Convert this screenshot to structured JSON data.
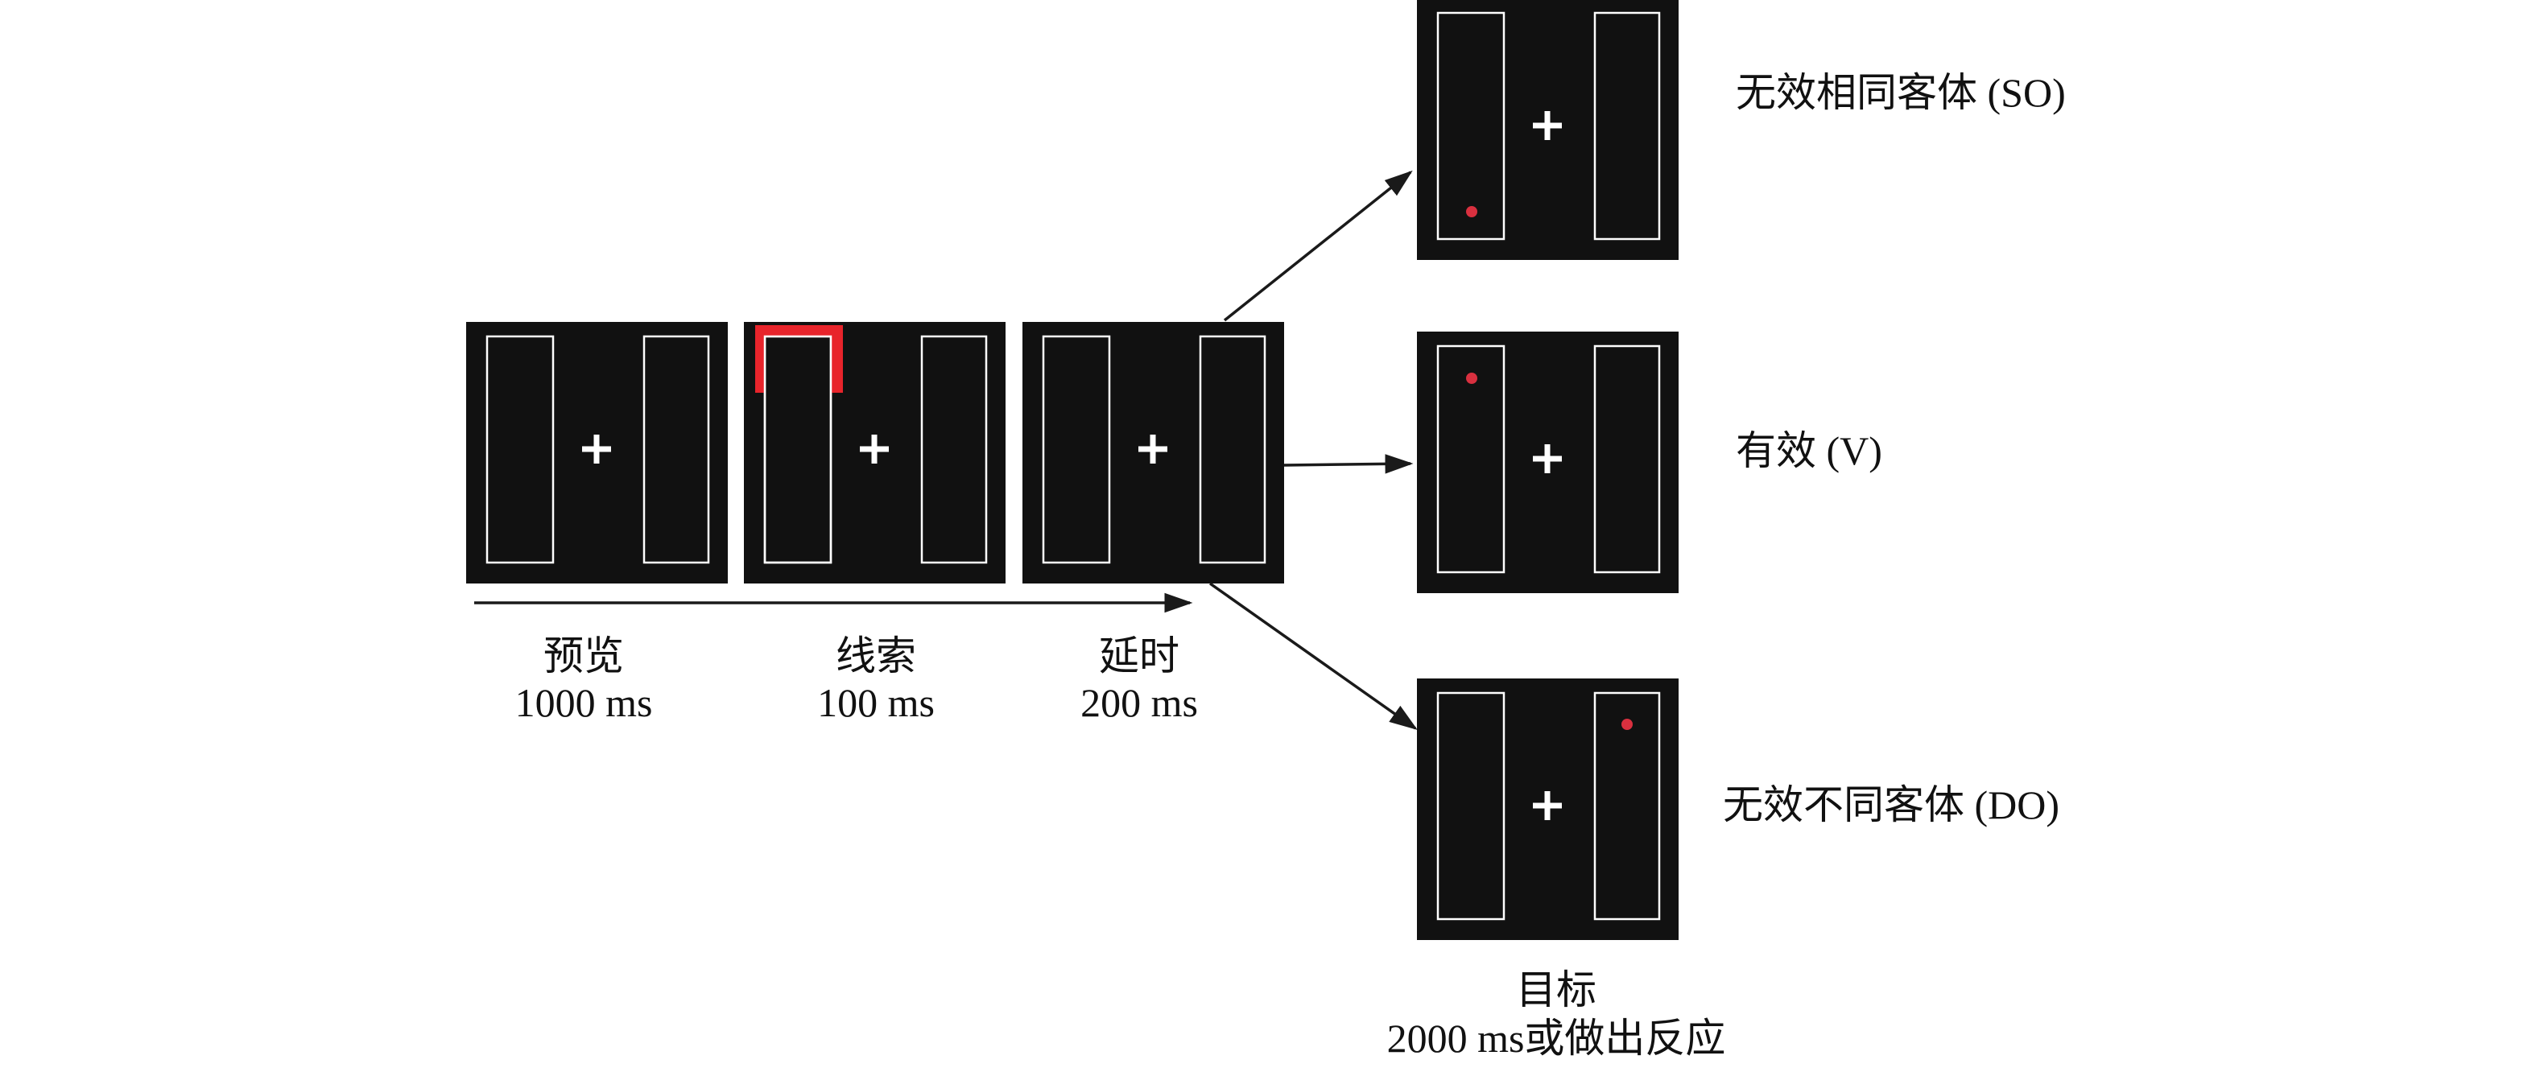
{
  "sequence": [
    {
      "label": "预览",
      "duration": "1000 ms"
    },
    {
      "label": "线索",
      "duration": "100 ms"
    },
    {
      "label": "延时",
      "duration": "200 ms"
    }
  ],
  "conditions": [
    {
      "label": "无效相同客体 (SO)"
    },
    {
      "label": "有效 (V)"
    },
    {
      "label": "无效不同客体 (DO)"
    }
  ],
  "target": {
    "label": "目标",
    "duration": "2000 ms或做出反应"
  },
  "colors": {
    "background": "#111111",
    "cue": "#e8242b",
    "target_dot": "#d9303f"
  }
}
